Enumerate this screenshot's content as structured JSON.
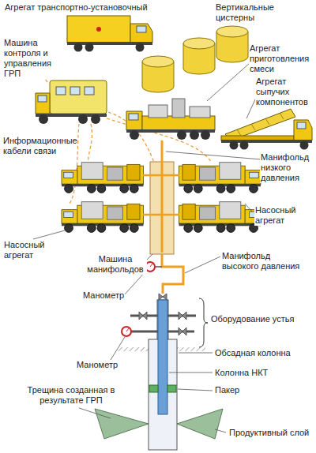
{
  "diagram": {
    "labels": [
      "Агрегат транспортно-установочный",
      "Вертикальные цистерны",
      "Машина контроля и управления ГРП",
      "Агрегат приготовления смеси",
      "Агрегат сыпучих компонентов",
      "Информационные кабели связи",
      "Манифольд низкого давления",
      "Насосный агрегат",
      "Насосный агрегат",
      "Машина манифольдов",
      "Манифольд высокого давления",
      "Манометр",
      "Оборудование устья",
      "Обсадная колонна",
      "Манометр",
      "Колонна НКТ",
      "Пакер",
      "Трещина созданная в результате ГРП",
      "Продуктивный слой"
    ]
  }
}
